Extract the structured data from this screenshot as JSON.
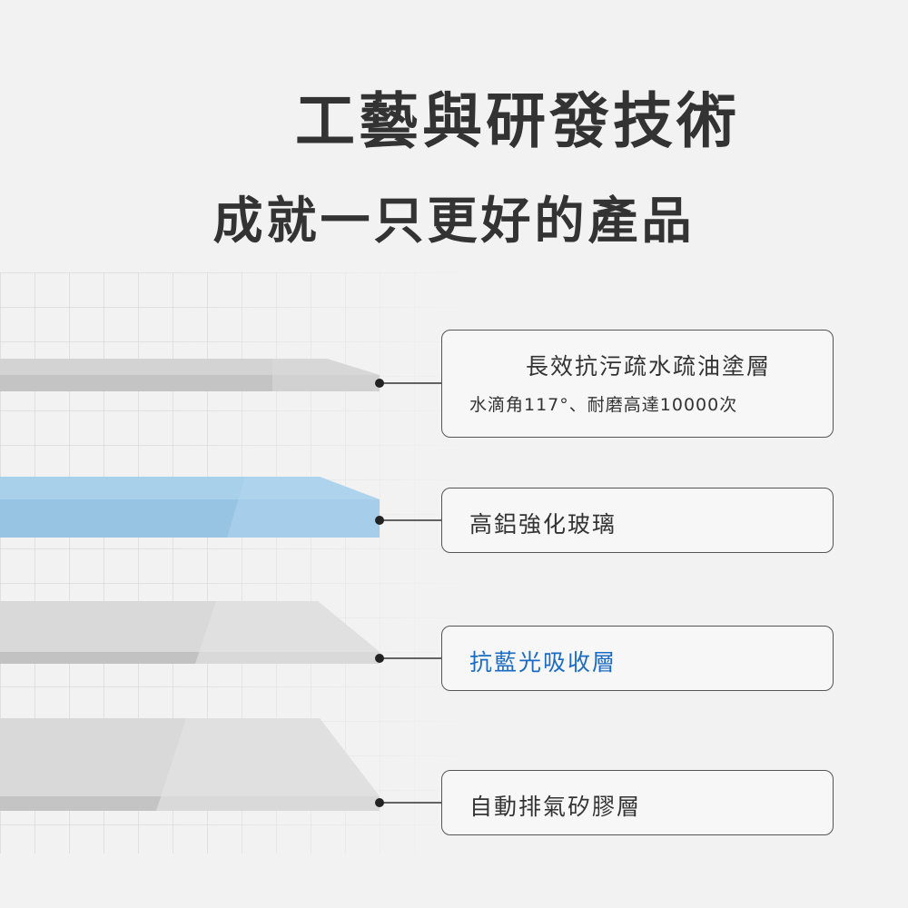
{
  "header": {
    "title": "工藝與研發技術",
    "subtitle": "成就一只更好的產品"
  },
  "layers": [
    {
      "label": "長效抗污疏水疏油塗層",
      "detail": "水滴角117°、耐磨高達10000次",
      "color": "#333333",
      "layer_fill": "#d6d6d6"
    },
    {
      "label": "高鋁強化玻璃",
      "detail": "",
      "color": "#333333",
      "layer_fill": "#9ec9e6"
    },
    {
      "label": "抗藍光吸收層",
      "detail": "",
      "color": "#1a6bc4",
      "layer_fill": "#d2d2d2"
    },
    {
      "label": "自動排氣矽膠層",
      "detail": "",
      "color": "#333333",
      "layer_fill": "#d2d2d2"
    }
  ]
}
